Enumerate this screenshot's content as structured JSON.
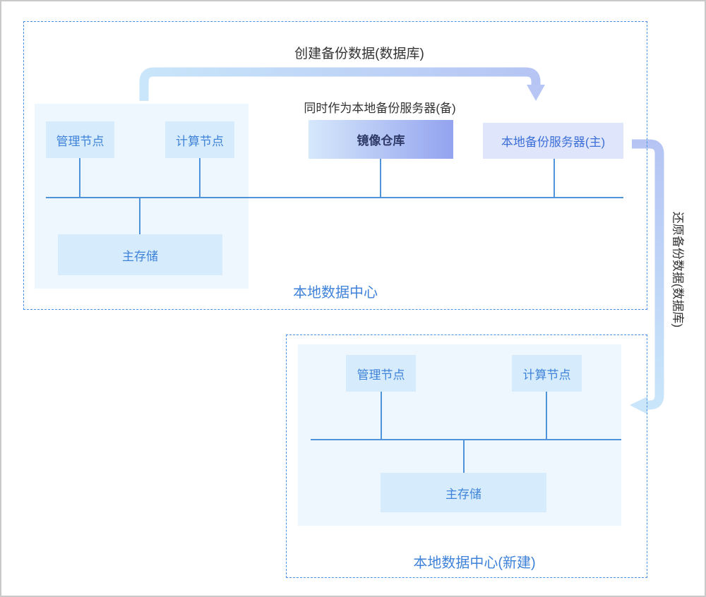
{
  "flow_labels": {
    "create_backup": "创建备份数据(数据库)",
    "also_standby": "同时作为本地备份服务器(备)",
    "restore_backup": "还原备份数据(数据库)"
  },
  "upper_datacenter": {
    "label": "本地数据中心",
    "nodes": {
      "management": "管理节点",
      "compute": "计算节点",
      "image_registry": "镜像仓库",
      "local_backup_server_primary": "本地备份服务器(主)",
      "primary_storage": "主存储"
    }
  },
  "lower_datacenter": {
    "label": "本地数据中心(新建)",
    "nodes": {
      "management": "管理节点",
      "compute": "计算节点",
      "primary_storage": "主存储"
    }
  },
  "colors": {
    "accent_blue": "#4a90e2",
    "node_fill": "#d6ecfc",
    "node_text": "#3f82d9",
    "registry_gradient_start": "#d6e8fb",
    "registry_gradient_end": "#93a3ef",
    "registry_text": "#2f3a68",
    "backup_server_fill": "#dfe5fa",
    "panel_fill": "#eef6fe",
    "bus_line": "#4f94da",
    "arrow_light": "#c9e6fa",
    "arrow_periwinkle": "#b5c4f4",
    "annotation_text": "#333333",
    "outer_border": "#c9c9c9"
  }
}
